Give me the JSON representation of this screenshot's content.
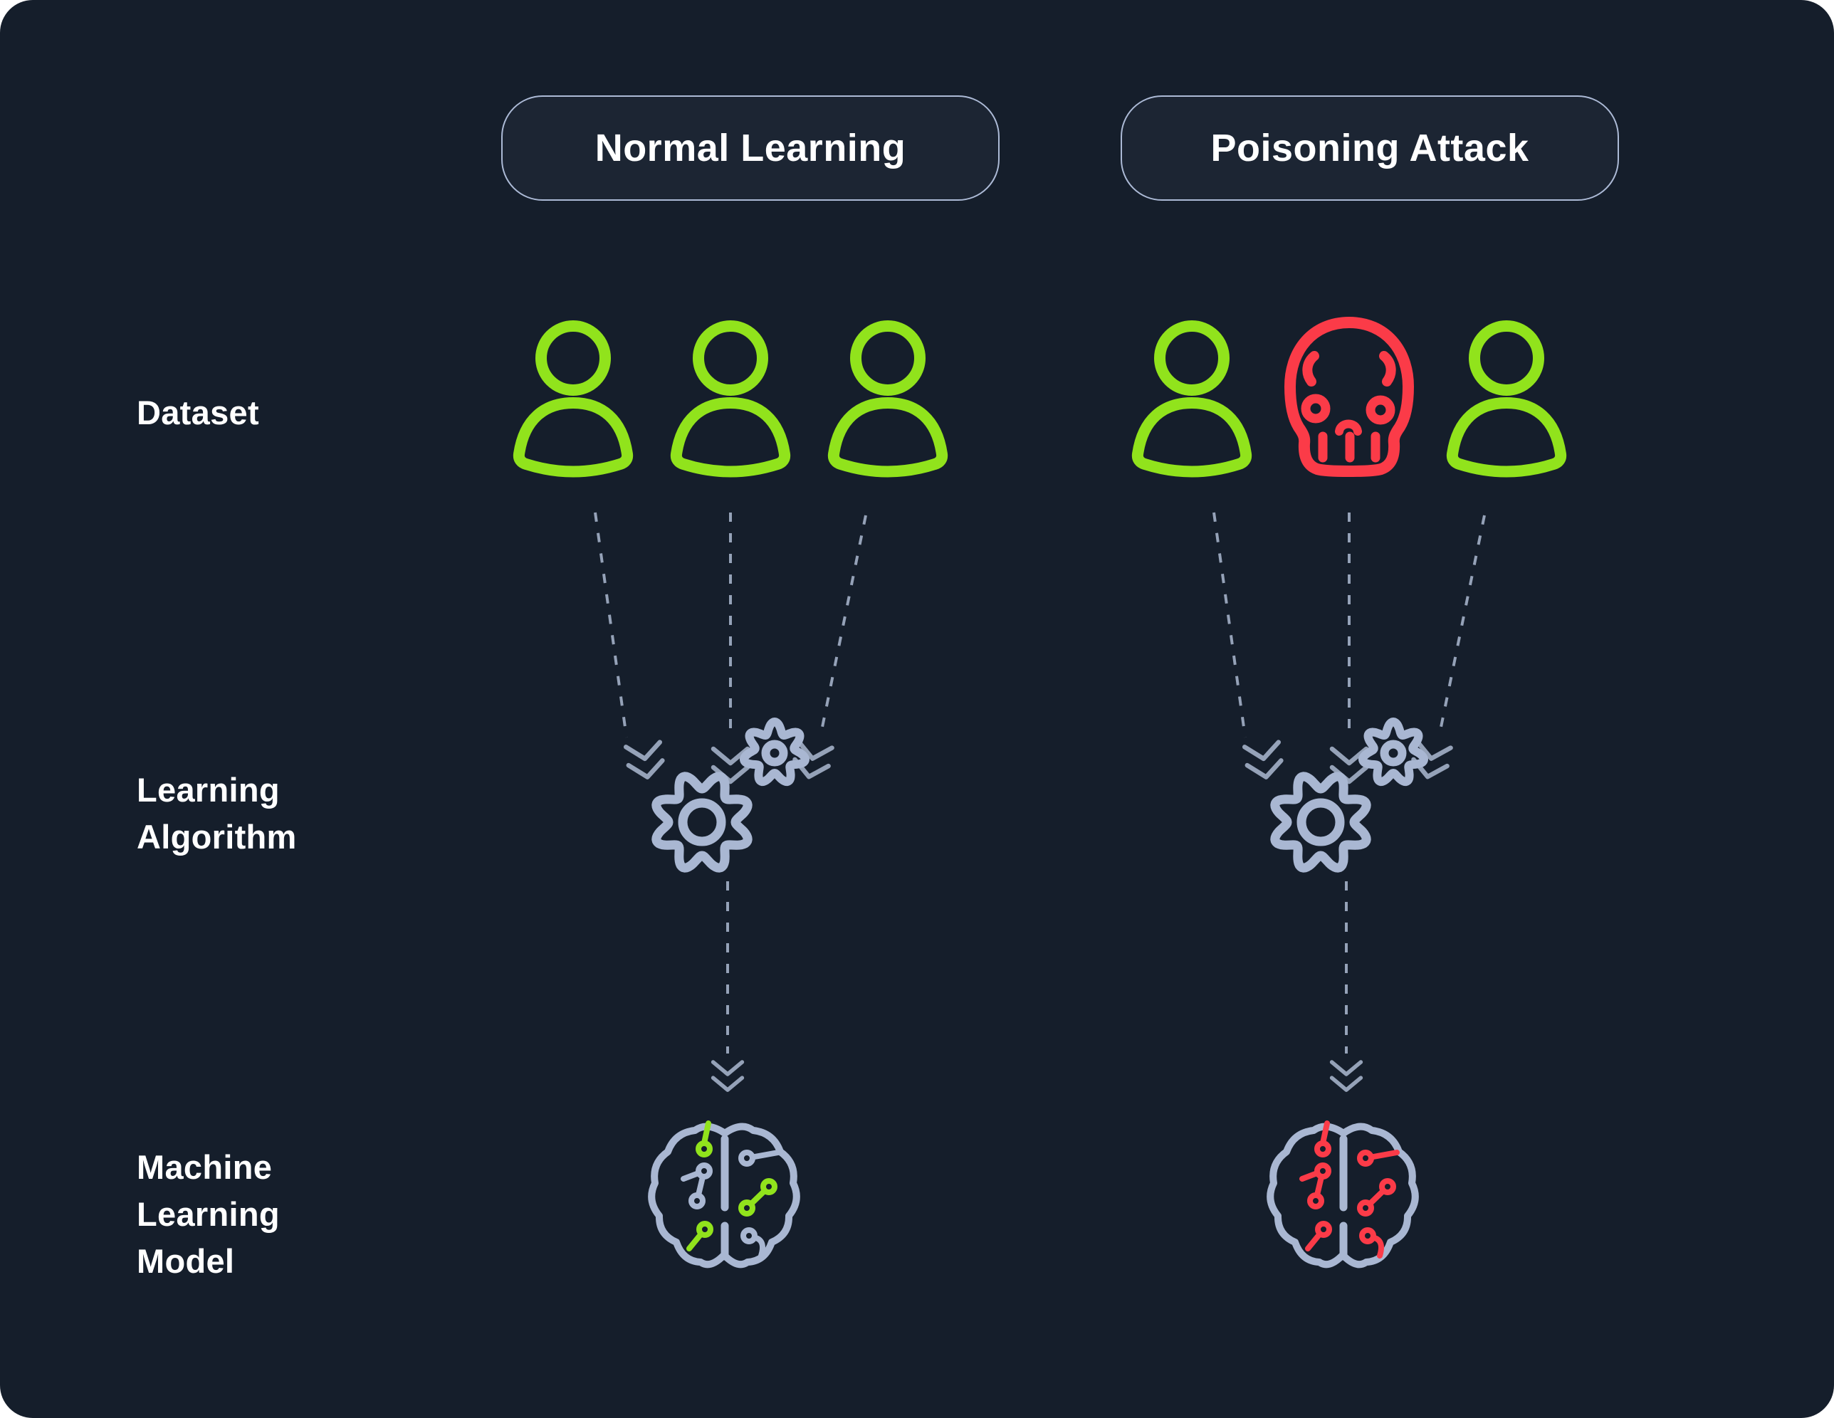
{
  "diagram_title": "",
  "row_labels": [
    {
      "id": "dataset",
      "text": "Dataset"
    },
    {
      "id": "learning-algorithm",
      "text": "Learning\nAlgorithm"
    },
    {
      "id": "machine-learning-model",
      "text": "Machine\nLearning\nModel"
    }
  ],
  "columns": [
    {
      "id": "normal-learning",
      "header": "Normal Learning",
      "dataset_icons": [
        "person",
        "person",
        "person"
      ],
      "brain_traces": [
        "green",
        "slate",
        "green",
        "slate",
        "green",
        "slate"
      ]
    },
    {
      "id": "poisoning-attack",
      "header": "Poisoning Attack",
      "dataset_icons": [
        "person",
        "skull",
        "person"
      ],
      "brain_traces": [
        "red",
        "red",
        "red",
        "red",
        "red",
        "red"
      ]
    }
  ],
  "icons": {
    "person": "person-icon",
    "skull": "skull-icon",
    "gear_large": "gear-large-icon",
    "gear_small": "gear-small-icon",
    "brain": "brain-circuit-icon",
    "arrow": "dashed-arrow-down",
    "arrowhead": "double-chevron-arrowhead"
  },
  "colors": {
    "background": "#151E2B",
    "surface": "#1C2533",
    "pill_border": "#ACBAD6",
    "text": "#FFFFFF",
    "green": "#91E31C",
    "red": "#FB3B48",
    "slate": "#A9B7D2",
    "connector": "#95A2B8"
  }
}
